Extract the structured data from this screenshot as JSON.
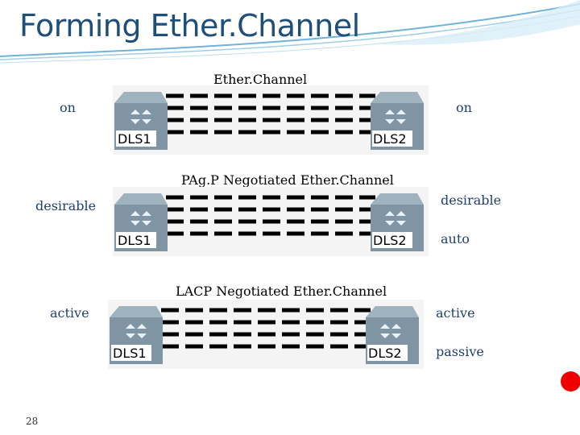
{
  "slide": {
    "title": "Forming Ether.Channel",
    "page_number": "28"
  },
  "diagrams": [
    {
      "caption": "Ether.Channel",
      "left_mode": "on",
      "right_modes": [
        "on"
      ],
      "switch_left": "DLS1",
      "switch_right": "DLS2"
    },
    {
      "caption": "PAg.P Negotiated Ether.Channel",
      "left_mode": "desirable",
      "right_modes": [
        "desirable",
        "auto"
      ],
      "switch_left": "DLS1",
      "switch_right": "DLS2"
    },
    {
      "caption": "LACP Negotiated Ether.Channel",
      "left_mode": "active",
      "right_modes": [
        "active",
        "passive"
      ],
      "switch_left": "DLS1",
      "switch_right": "DLS2"
    }
  ],
  "colors": {
    "title": "#1f4e79",
    "mode_label": "#1f3f6e",
    "swoosh": "#6fb3d9",
    "marker": "#ee0000"
  }
}
